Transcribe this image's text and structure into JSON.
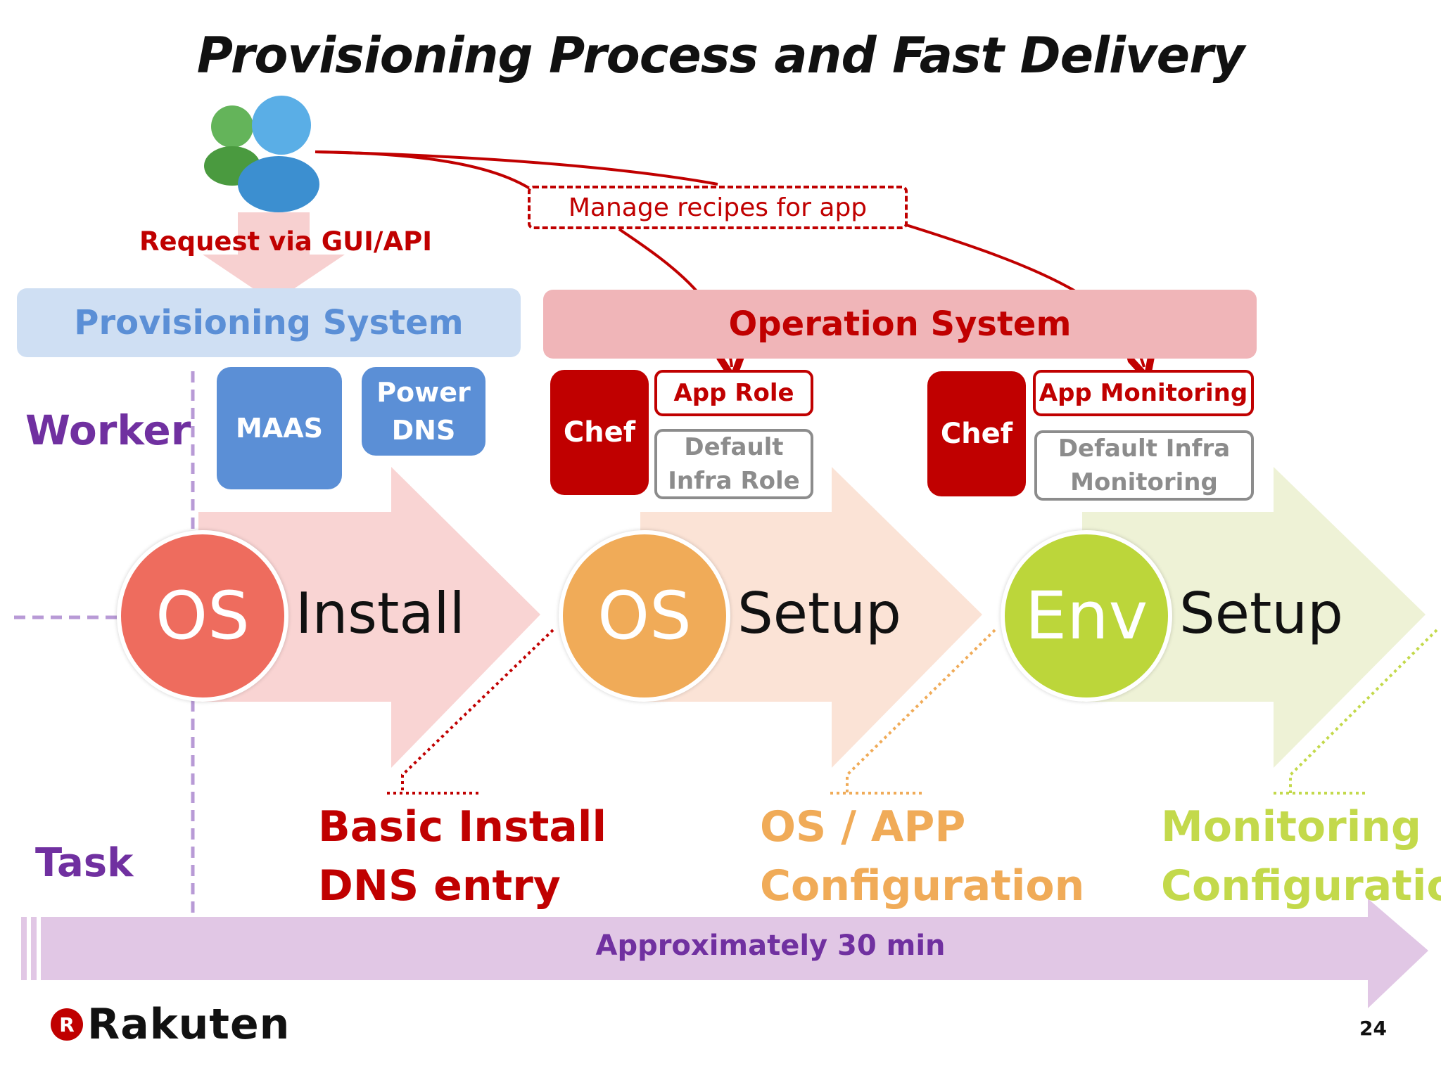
{
  "title": "Provisioning Process and Fast Delivery",
  "request_label": "Request via GUI/API",
  "manage_label": "Manage recipes for app",
  "bands": {
    "provisioning": "Provisioning System",
    "operation": "Operation System"
  },
  "side_labels": {
    "worker": "Worker",
    "task": "Task"
  },
  "workers": {
    "maas": "MAAS",
    "power_dns_line1": "Power",
    "power_dns_line2": "DNS",
    "chef1": "Chef",
    "app_role": "App Role",
    "default_infra_role_line1": "Default",
    "default_infra_role_line2": "Infra Role",
    "chef2": "Chef",
    "app_monitoring": "App Monitoring",
    "default_infra_monitoring_line1": "Default Infra",
    "default_infra_monitoring_line2": "Monitoring"
  },
  "steps": [
    {
      "circle": "OS",
      "label": "Install",
      "color": "#ee6c5e"
    },
    {
      "circle": "OS",
      "label": "Setup",
      "color": "#f0ab58"
    },
    {
      "circle": "Env",
      "label": "Setup",
      "color": "#bcd63a"
    }
  ],
  "tasks": [
    {
      "line1": "Basic Install",
      "line2": "DNS entry",
      "color": "#c00000"
    },
    {
      "line1": "OS / APP",
      "line2": "Configuration",
      "color": "#f0ab58"
    },
    {
      "line1": "Monitoring",
      "line2": "Configuration",
      "color": "#c3d94b"
    }
  ],
  "timeline_label": "Approximately 30 min",
  "logo": {
    "mark": "R",
    "text": "Rakuten"
  },
  "page_number": "24"
}
